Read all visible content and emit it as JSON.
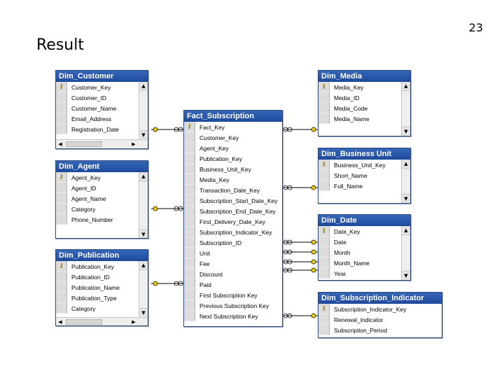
{
  "slide": {
    "number": "23",
    "title": "Result"
  },
  "tables": {
    "dim_customer": {
      "title": "Dim_Customer",
      "columns": [
        "Customer_Key",
        "Customer_ID",
        "Customer_Name",
        "Email_Address",
        "Registration_Date"
      ]
    },
    "dim_agent": {
      "title": "Dim_Agent",
      "columns": [
        "Agent_Key",
        "Agent_ID",
        "Agent_Name",
        "Category",
        "Phone_Number"
      ]
    },
    "dim_publication": {
      "title": "Dim_Publication",
      "columns": [
        "Publication_Key",
        "Publication_ID",
        "Publication_Name",
        "Publication_Type",
        "Category"
      ]
    },
    "fact_subscription": {
      "title": "Fact_Subscription",
      "columns": [
        "Fact_Key",
        "Customer_Key",
        "Agent_Key",
        "Publication_Key",
        "Business_Unit_Key",
        "Media_Key",
        "Transaction_Date_Key",
        "Subscription_Start_Date_Key",
        "Subscription_End_Date_Key",
        "First_Delivery_Date_Key",
        "Subscription_Indicator_Key",
        "Subscription_ID",
        "Unit",
        "Fee",
        "Discount",
        "Paid",
        "First Subscription Key",
        "Previous Subscription Key",
        "Next Subscription Key"
      ]
    },
    "dim_media": {
      "title": "Dim_Media",
      "columns": [
        "Media_Key",
        "Media_ID",
        "Media_Code",
        "Media_Name"
      ]
    },
    "dim_business_unit": {
      "title": "Dim_Business Unit",
      "columns": [
        "Business_Unit_Key",
        "Short_Name",
        "Full_Name"
      ]
    },
    "dim_date": {
      "title": "Dim_Date",
      "columns": [
        "Date_Key",
        "Date",
        "Month",
        "Month_Name",
        "Year"
      ]
    },
    "dim_subscription_indicator": {
      "title": "Dim_Subscription_Indicator",
      "columns": [
        "Subscription_Indicator_Key",
        "Renewal_Indicator",
        "Subscription_Period"
      ]
    }
  }
}
